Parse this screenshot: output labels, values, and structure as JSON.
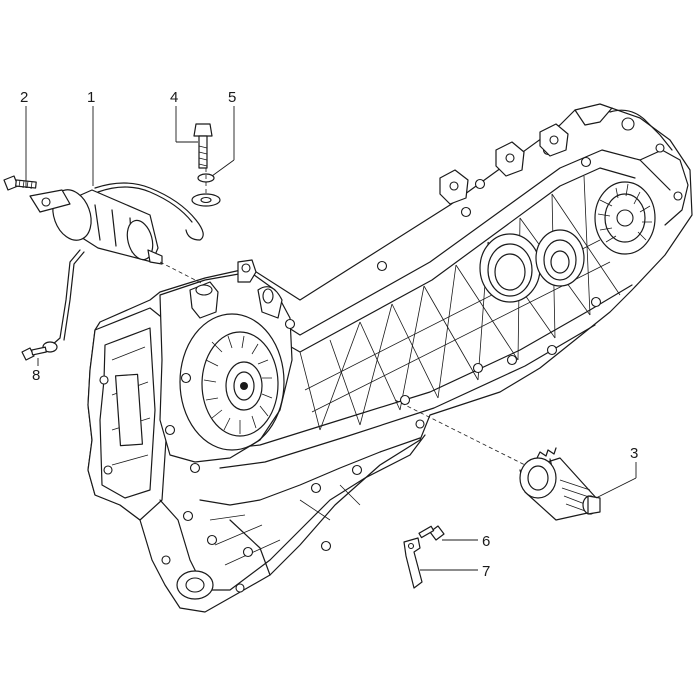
{
  "callouts": [
    {
      "key": "c1",
      "label": "1"
    },
    {
      "key": "c2",
      "label": "2"
    },
    {
      "key": "c3",
      "label": "3"
    },
    {
      "key": "c4",
      "label": "4"
    },
    {
      "key": "c5",
      "label": "5"
    },
    {
      "key": "c6",
      "label": "6"
    },
    {
      "key": "c7",
      "label": "7"
    },
    {
      "key": "c8",
      "label": "8"
    }
  ]
}
